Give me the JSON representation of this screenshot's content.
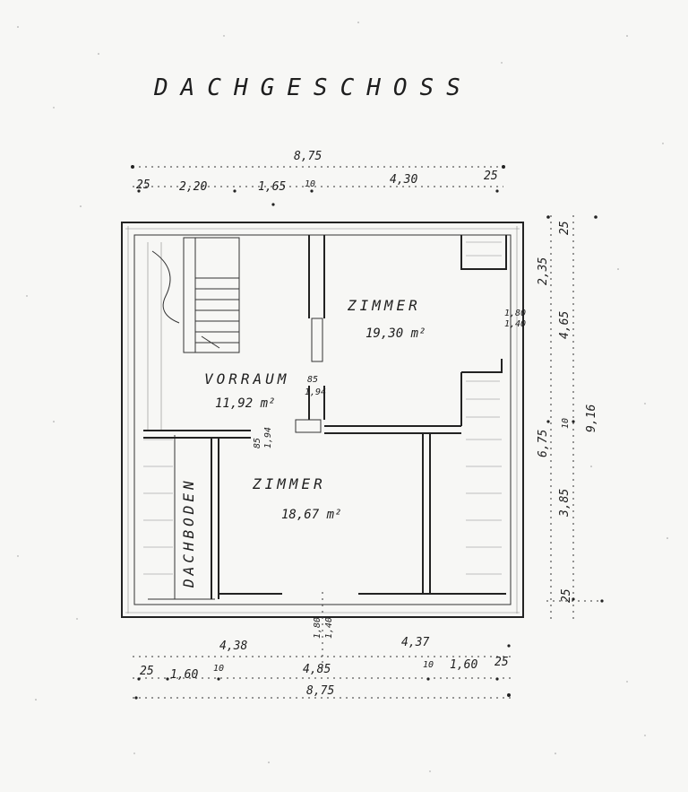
{
  "title": "DACHGESCHOSS",
  "rooms": {
    "zimmer_top": {
      "name": "ZIMMER",
      "area": "19,30 m²"
    },
    "vorraum": {
      "name": "VORRAUM",
      "area": "11,92 m²"
    },
    "zimmer_bottom": {
      "name": "ZIMMER",
      "area": "18,67 m²"
    },
    "dachboden": {
      "name": "DACHBODEN"
    }
  },
  "dimensions": {
    "top_total": "8,75",
    "top_25_left": "25",
    "top_220": "2,20",
    "top_165": "1,65",
    "top_10": "10",
    "top_430": "4,30",
    "top_25_right": "25",
    "right_25_top": "25",
    "right_235": "2,35",
    "right_465": "4,65",
    "right_180": "1,80",
    "right_140": "1,40",
    "right_675": "6,75",
    "right_10": "10",
    "right_916": "9,16",
    "right_385": "3,85",
    "right_25_bottom": "25",
    "door_85_a": "85",
    "door_194_a": "1,94",
    "door_85_b": "85",
    "door_194_b": "1,94",
    "bottom_438": "4,38",
    "bottom_437": "4,37",
    "bottom_180": "1,80",
    "bottom_140": "1,40",
    "bottom_25_left": "25",
    "bottom_160_left": "1,60",
    "bottom_10_left": "10",
    "bottom_485": "4,85",
    "bottom_10_right": "10",
    "bottom_160_right": "1,60",
    "bottom_25_right": "25",
    "bottom_total": "8,75"
  }
}
